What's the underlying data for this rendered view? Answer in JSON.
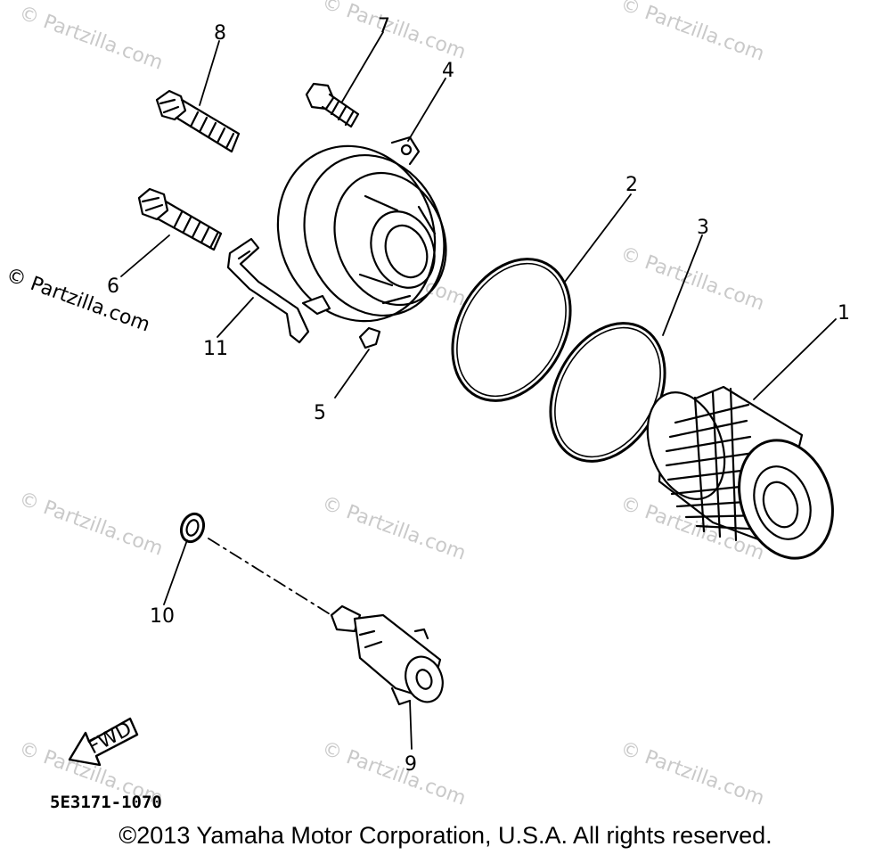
{
  "watermark": "© Partzilla.com",
  "side_watermark": "© Partzilla.com",
  "callouts": [
    {
      "id": "c1",
      "label": "1"
    },
    {
      "id": "c2",
      "label": "2"
    },
    {
      "id": "c3",
      "label": "3"
    },
    {
      "id": "c4",
      "label": "4"
    },
    {
      "id": "c5",
      "label": "5"
    },
    {
      "id": "c6",
      "label": "6"
    },
    {
      "id": "c7",
      "label": "7"
    },
    {
      "id": "c8",
      "label": "8"
    },
    {
      "id": "c9",
      "label": "9"
    },
    {
      "id": "c10",
      "label": "10"
    },
    {
      "id": "c11",
      "label": "11"
    }
  ],
  "fwd_label": "FWD",
  "diagram_code": "5E3171-1070",
  "copyright": "©2013 Yamaha Motor Corporation, U.S.A. All rights reserved."
}
